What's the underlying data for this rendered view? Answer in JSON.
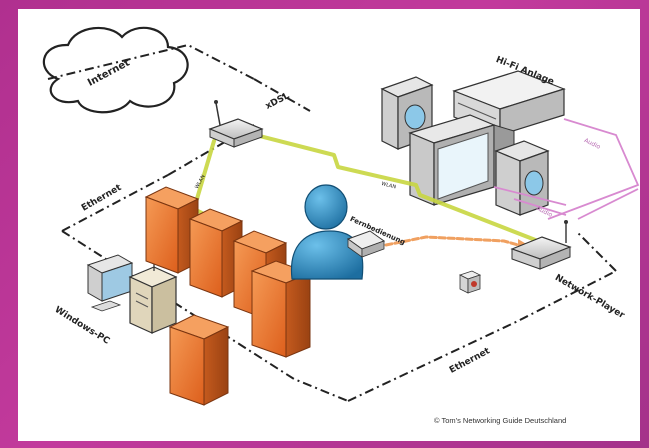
{
  "labels": {
    "internet": "Internet",
    "xdsl": "xDSL",
    "hifi": "Hi-Fi Anlage",
    "ethernet_left": "Ethernet",
    "ethernet_bottom": "Ethernet",
    "windows_pc": "Windows-PC",
    "fernbedienung": "Fernbedienung",
    "network_player": "Network-Player",
    "wlan_router": "WLAN",
    "wlan_mid": "WLAN",
    "audio_top": "Audio",
    "audio_bottom": "Audio"
  },
  "credit": "© Tom's Networking Guide Deutschland",
  "colors": {
    "background": "#b0308f",
    "wall": "#e8712a",
    "wall_dark": "#b4501a",
    "wlan": "#c8d640",
    "audio": "#d88ad0",
    "ir": "#f0a060",
    "person": "#2a8cbf"
  }
}
